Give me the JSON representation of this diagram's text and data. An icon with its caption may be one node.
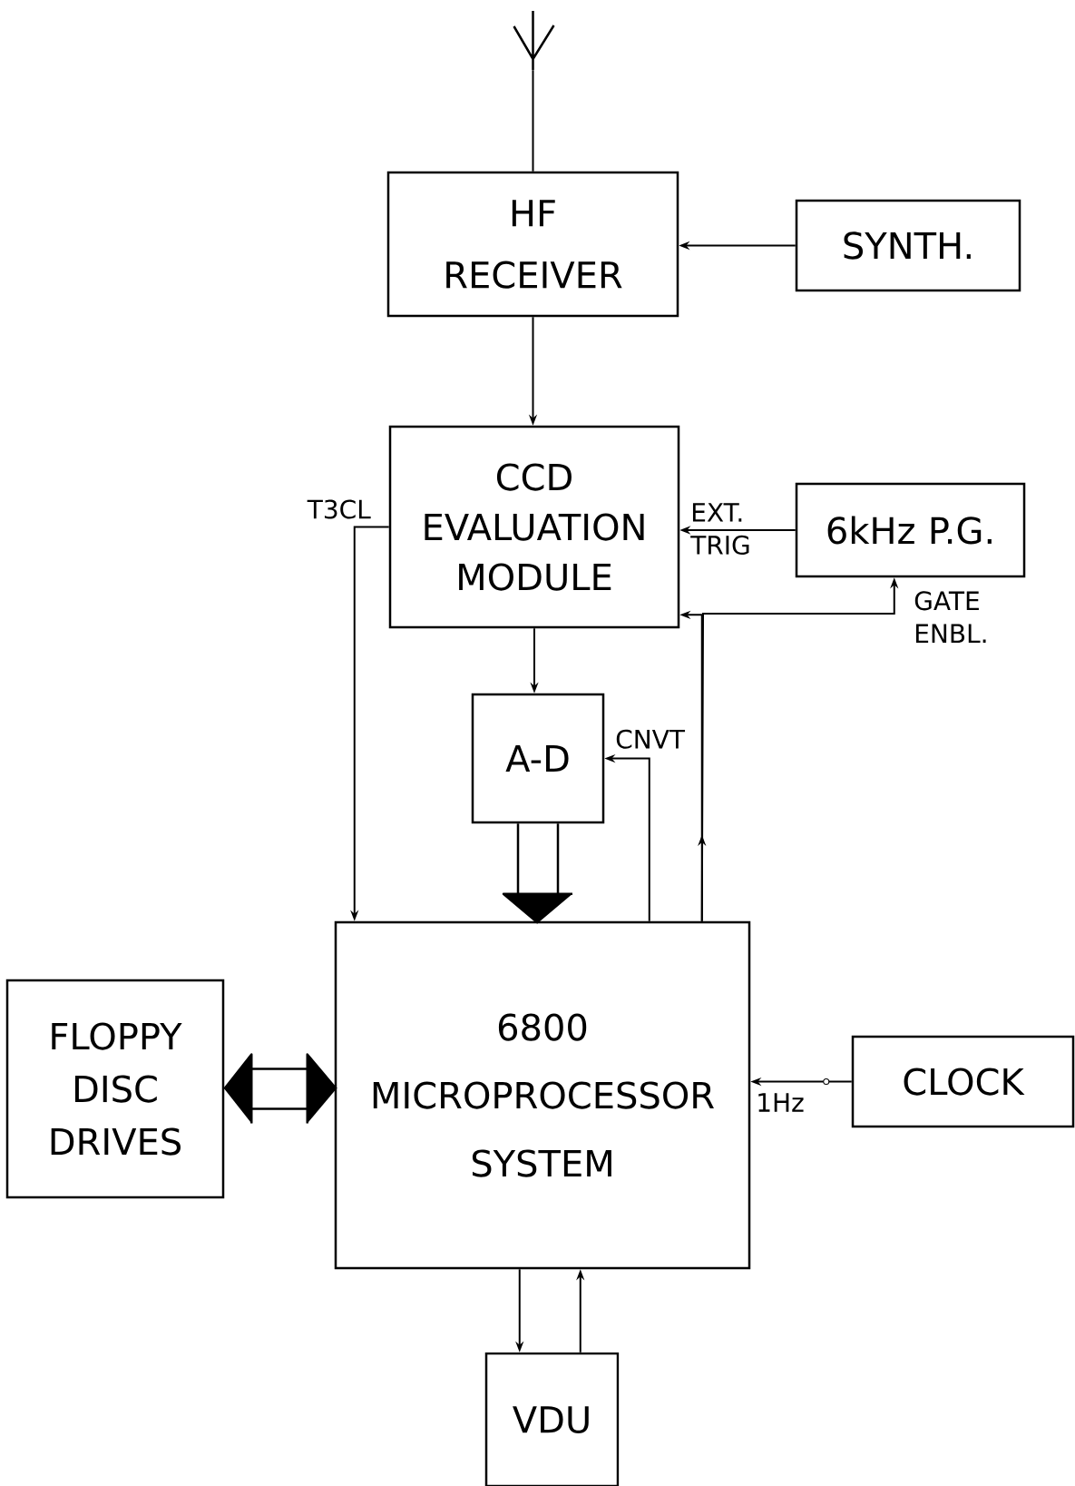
{
  "diagram": {
    "nodes": [
      {
        "text": [],
        "shape": "picture"
      },
      {
        "text": [
          "HF RECEIVER"
        ]
      },
      {
        "text": [
          "SYNTH."
        ]
      },
      {
        "text": [
          "CCD EVALUATION MODULE"
        ]
      },
      {
        "text": [
          "6kHz P.G."
        ]
      },
      {
        "text": [
          "A-D"
        ]
      },
      {
        "text": [
          "6800 MICROPROCESSOR SYSTEM"
        ]
      },
      {
        "text": [
          "FLOPPY DISC DRIVES"
        ]
      },
      {
        "text": [
          "CLOCK"
        ]
      },
      {
        "text": [
          "VDU"
        ]
      }
    ],
    "edges": [
      {
        "from": 0,
        "to": 1,
        "arrow": "none"
      },
      {
        "from": 2,
        "to": 1,
        "arrow": "to"
      },
      {
        "from": 1,
        "to": 3,
        "arrow": "to"
      },
      {
        "from": 4,
        "to": 3,
        "arrow": "to",
        "label": "EXT. TRIG"
      },
      {
        "from": 3,
        "to": 5,
        "arrow": "to"
      },
      {
        "from": 3,
        "to": 6,
        "arrow": "to",
        "label": "T3CL"
      },
      {
        "from": 6,
        "to": 3,
        "arrow": "to"
      },
      {
        "from": 6,
        "to": 4,
        "arrow": "to",
        "label": "GATE ENBL."
      },
      {
        "from": 5,
        "to": 6,
        "arrow": "to"
      },
      {
        "from": 6,
        "to": 5,
        "arrow": "to",
        "label": "CNVT"
      },
      {
        "from": 7,
        "to": 6,
        "arrow": "both"
      },
      {
        "from": 8,
        "to": 6,
        "arrow": "to",
        "label": "1Hz"
      },
      {
        "from": 6,
        "to": 9,
        "arrow": "to"
      },
      {
        "from": 9,
        "to": 6,
        "arrow": "to"
      }
    ]
  }
}
